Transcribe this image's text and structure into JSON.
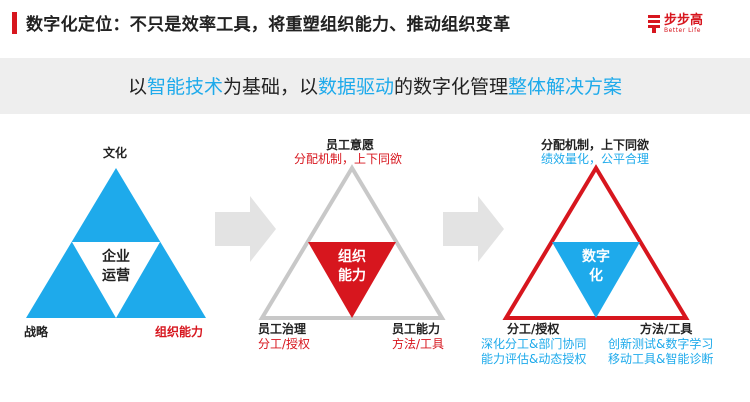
{
  "header": {
    "title": "数字化定位：不只是效率工具，将重塑组织能力、推动组织变革",
    "logo_text": "步步高",
    "logo_sub": "Better Life",
    "accent": "#d7161e"
  },
  "banner": {
    "part1": "以",
    "part2": "智能技术",
    "part3": "为基础，以",
    "part4": "数据驱动",
    "part5": "的数字化管理",
    "part6": "整体解决方案",
    "highlight_color": "#1eaaeb"
  },
  "triangle1": {
    "top": "文化",
    "left": "战略",
    "right": "组织能力",
    "center_line1": "企业",
    "center_line2": "运营"
  },
  "triangle2": {
    "top_title": "员工意愿",
    "top_sub": "分配机制，上下同欲",
    "left_title": "员工治理",
    "left_sub": "分工/授权",
    "right_title": "员工能力",
    "right_sub": "方法/工具",
    "center_line1": "组织",
    "center_line2": "能力"
  },
  "triangle3": {
    "top_title": "分配机制，上下同欲",
    "top_sub": "绩效量化，公平合理",
    "left_title": "分工/授权",
    "left_sub1": "深化分工&部门协同",
    "left_sub2": "能力评估&动态授权",
    "right_title": "方法/工具",
    "right_sub1": "创新测试&数字学习",
    "right_sub2": "移动工具&智能诊断",
    "center_line1": "数字",
    "center_line2": "化"
  },
  "colors": {
    "blue": "#1eaaeb",
    "red": "#d7161e",
    "gray": "#c8c8c8",
    "arrow": "#e3e3e3"
  }
}
